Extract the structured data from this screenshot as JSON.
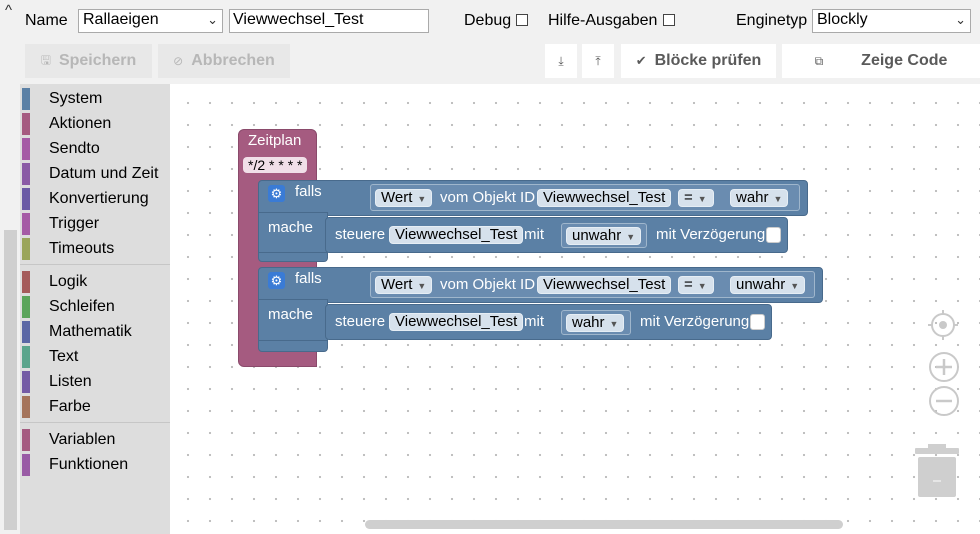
{
  "header": {
    "collapse_glyph": "^",
    "name_label": "Name",
    "folder_value": "Rallaeigen",
    "script_name_value": "Viewwechsel_Test",
    "debug_label": "Debug",
    "hilfe_label": "Hilfe-Ausgaben",
    "enginetyp_label": "Enginetyp",
    "engine_value": "Blockly"
  },
  "toolbar": {
    "save_label": "Speichern",
    "save_icon": "save-icon",
    "cancel_label": "Abbrechen",
    "cancel_icon": "cancel-icon",
    "export_icon": "download-icon",
    "import_icon": "upload-icon",
    "check_label": "Blöcke prüfen",
    "check_icon": "check-icon",
    "code_label": "Zeige Code",
    "code_icon": "code-icon"
  },
  "toolbox": {
    "group1": [
      {
        "label": "System",
        "color": "#5b80a5"
      },
      {
        "label": "Aktionen",
        "color": "#a55b80"
      },
      {
        "label": "Sendto",
        "color": "#a55ba5"
      },
      {
        "label": "Datum und Zeit",
        "color": "#8a5ba5"
      },
      {
        "label": "Konvertierung",
        "color": "#6b5ba5"
      },
      {
        "label": "Trigger",
        "color": "#a55ba5"
      },
      {
        "label": "Timeouts",
        "color": "#9aa55b"
      }
    ],
    "group2": [
      {
        "label": "Logik",
        "color": "#a55b5b"
      },
      {
        "label": "Schleifen",
        "color": "#5ba55b"
      },
      {
        "label": "Mathematik",
        "color": "#5b67a5"
      },
      {
        "label": "Text",
        "color": "#5ba58c"
      },
      {
        "label": "Listen",
        "color": "#745ba5"
      },
      {
        "label": "Farbe",
        "color": "#a5745b"
      }
    ],
    "group3": [
      {
        "label": "Variablen",
        "color": "#a55b80"
      },
      {
        "label": "Funktionen",
        "color": "#995ba5"
      }
    ]
  },
  "blocks": {
    "zeitplan_label": "Zeitplan",
    "cron_value": "*/2 * * * *",
    "falls_label": "falls",
    "mache_label": "mache",
    "wert_label": "Wert",
    "vom_objekt_label": "vom Objekt ID",
    "object_id": "Viewwechsel_Test",
    "eq_label": "=",
    "steuere_label": "steuere",
    "mit_label": "mit",
    "verzoegerung_label": "mit Verzögerung",
    "if1": {
      "compare_value": "wahr",
      "set_value": "unwahr"
    },
    "if2": {
      "compare_value": "unwahr",
      "set_value": "wahr"
    }
  },
  "colors": {
    "trigger_block": "#a55b80",
    "logic_block": "#5b80a5"
  }
}
